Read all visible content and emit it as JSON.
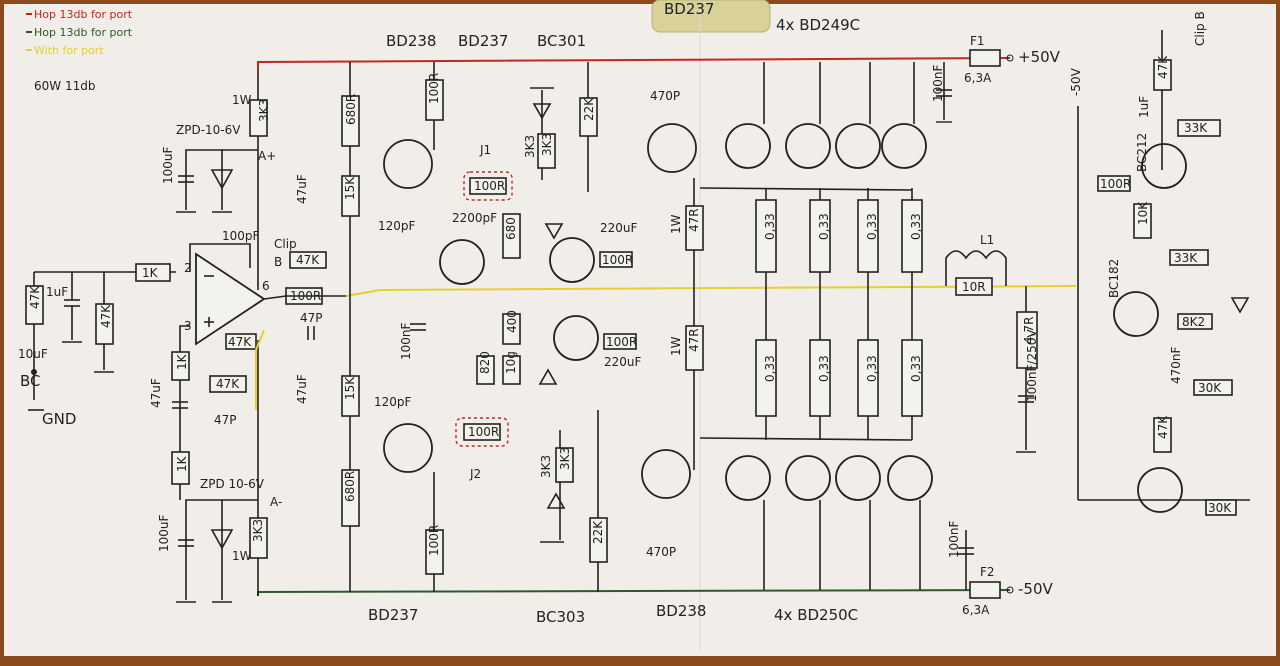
{
  "legend": {
    "line1": "Hop 13db for port",
    "line2": "Hop 13db for port",
    "line3": "With for port",
    "power": "60W 11db"
  },
  "headings": {
    "top_transistors": [
      "BD238",
      "BD237",
      "BC301",
      "BD237"
    ],
    "top_outputs": "4x BD249C",
    "bottom_transistors": [
      "BD237",
      "BC303",
      "BD238"
    ],
    "bottom_outputs": "4x BD250C"
  },
  "rails": {
    "pos_label": "+50V",
    "neg_label": "-50V",
    "fuse_pos": "F1",
    "fuse_neg": "F2",
    "fuse_rating": "6,3A",
    "node_a_plus": "A+",
    "node_a_minus": "A-"
  },
  "input": {
    "r_in": "1K",
    "r_bias": "47K",
    "c_in": "1uF",
    "r_gnd": "47K",
    "in_label": "BC",
    "gnd_label": "GND",
    "cap_10u": "10uF"
  },
  "opamp": {
    "pin2": "2",
    "pin3": "3",
    "pin6": "6",
    "c_comp": "100pF",
    "clip_label": "Clip",
    "clip_node": "B",
    "r_clip": "47K",
    "r_fb": "100R",
    "c_fb": "47P",
    "r_fb2": "47K",
    "r_low": "1K",
    "c_low": "47uF",
    "r_low2": "1K",
    "r_off": "47K",
    "c_off": "47P"
  },
  "supply_left": {
    "zener_top": "ZPD-10-6V",
    "zener_bot": "ZPD 10-6V",
    "r_top": "3K3",
    "r_top_w": "1W",
    "r_bot": "3K3",
    "r_bot_w": "1W",
    "c_top": "100uF",
    "c_bot": "100uF"
  },
  "driver": {
    "r_680_top": "680R",
    "r_680_bot": "680R",
    "r_15k_top": "15K",
    "r_15k_bot": "15K",
    "c_47u_top": "47uF",
    "c_47u_bot": "47uF",
    "r_100_top": "100R",
    "r_100_bot": "100R",
    "c_120p_top": "120pF",
    "c_120p_bot": "120pF",
    "c_100n": "100nF",
    "r_j1": "100R",
    "r_j2": "100R",
    "j1": "J1",
    "j2": "J2",
    "c_2200p": "2200pF",
    "r_680_mid": "680",
    "r_400": "400",
    "r_820": "820",
    "r_10g": "10g"
  },
  "predrivers": {
    "r_3k3_top": "3K3",
    "r_3k3b_top": "3K3",
    "r_22k_top": "22K",
    "r_3k3_bot": "3K3",
    "r_3k3b_bot": "3K3",
    "r_22k_bot": "22K",
    "c_470p_top": "470P",
    "c_470p_bot": "470P",
    "c_220u_top": "220uF",
    "c_220u_bot": "220uF",
    "r_100r_top": "100R",
    "r_100r_bot": "100R",
    "r_47r_top": "47R",
    "r_47r_top_w": "1W",
    "r_47r_bot": "47R",
    "r_47r_bot_w": "1W"
  },
  "emitters": {
    "top": [
      "0,33",
      "0,33",
      "0,33",
      "0,33"
    ],
    "bottom": [
      "0,33",
      "0,33",
      "0,33",
      "0,33"
    ]
  },
  "output": {
    "coil": "L1",
    "r_coil": "10R",
    "zobel_r": "4,7R",
    "zobel_c": "100nF/250V",
    "c_pos": "100nF",
    "c_neg": "100nF"
  },
  "protection": {
    "rail_label": "-50V",
    "out_label": "Clip B",
    "r_top": "47K",
    "c_top": "1uF",
    "r_mid": "33K",
    "t1": "BC212",
    "r_b1": "100R",
    "r_b2": "10K",
    "t2": "BC182",
    "r_c2": "33K",
    "r_led": "8K2",
    "c_470": "470nF",
    "r_bot": "47K",
    "r_out": "30K",
    "r_term": "30K"
  }
}
